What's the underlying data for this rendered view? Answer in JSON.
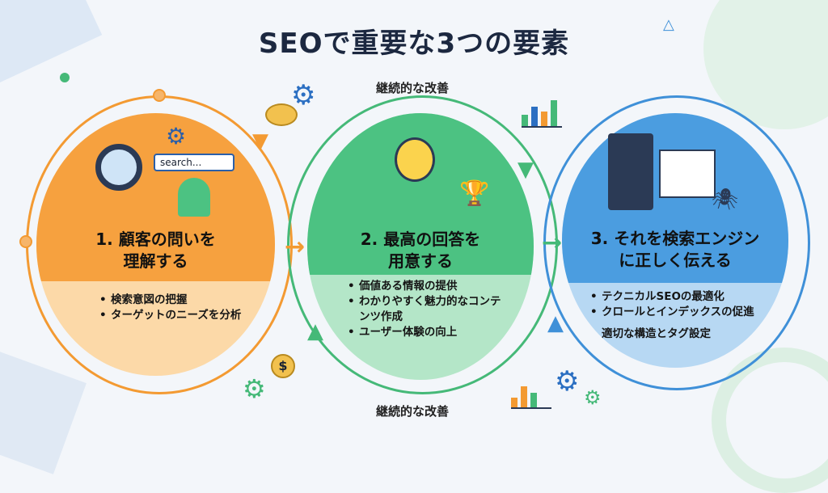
{
  "title": "SEOで重要な3つの要素",
  "cycle_top": "継続的な改善",
  "cycle_bottom": "継続的な改善",
  "search_box": "search...",
  "steps": [
    {
      "title_line1": "1. 顧客の問いを",
      "title_line2": "理解する",
      "items": [
        "検索意図の把握",
        "ターゲットのニーズを分析"
      ],
      "color": "#f6a13f",
      "light": "#fcd9a8"
    },
    {
      "title_line1": "2. 最高の回答を",
      "title_line2": "用意する",
      "items": [
        "価値ある情報の提供",
        "わかりやすく魅力的なコンテンツ作成",
        "ユーザー体験の向上"
      ],
      "color": "#4cc282",
      "light": "#b4e6c8"
    },
    {
      "title_line1": "3. それを検索エンジン",
      "title_line2": "に正しく伝える",
      "items": [
        "テクニカルSEOの最適化",
        "クロールとインデックスの促進",
        "適切な構造とタグ設定"
      ],
      "color": "#4b9de0",
      "light": "#b7d8f3"
    }
  ]
}
